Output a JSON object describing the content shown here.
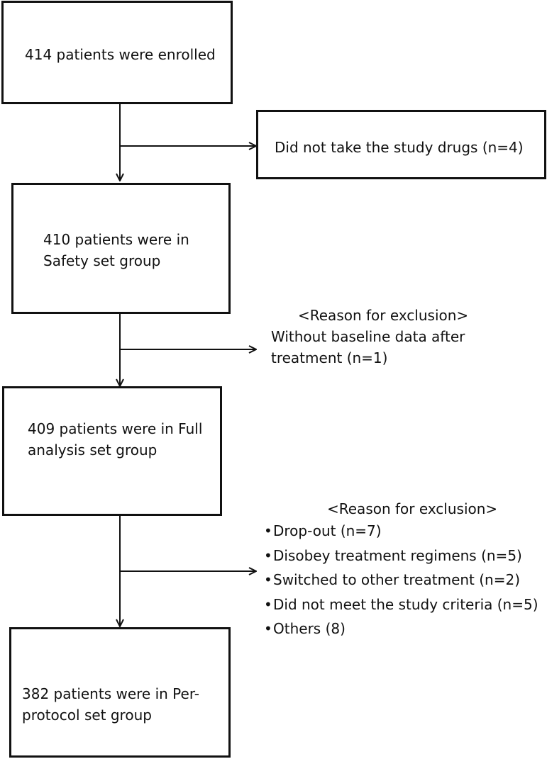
{
  "flowchart": {
    "enrolled": {
      "lines": [
        "414 patients were enrolled"
      ]
    },
    "not_taken": {
      "lines": [
        "Did not take the study drugs (n=4)"
      ]
    },
    "safety": {
      "lines": [
        "410 patients were in",
        "Safety set group"
      ]
    },
    "exclusion_1": {
      "heading": "<Reason for exclusion>",
      "lines": [
        "Without baseline data after",
        "treatment (n=1)"
      ]
    },
    "full_analysis": {
      "lines": [
        "409 patients were in Full",
        "analysis set group"
      ]
    },
    "exclusion_2": {
      "heading": "<Reason for exclusion>",
      "items": [
        "Drop-out (n=7)",
        "Disobey treatment regimens (n=5)",
        "Switched to other treatment (n=2)",
        "Did not meet the study criteria (n=5)",
        "Others  (8)"
      ]
    },
    "per_protocol": {
      "lines": [
        "382 patients were in Per-",
        "protocol set group"
      ]
    }
  },
  "colors": {
    "stroke": "#111111",
    "background": "#ffffff"
  }
}
